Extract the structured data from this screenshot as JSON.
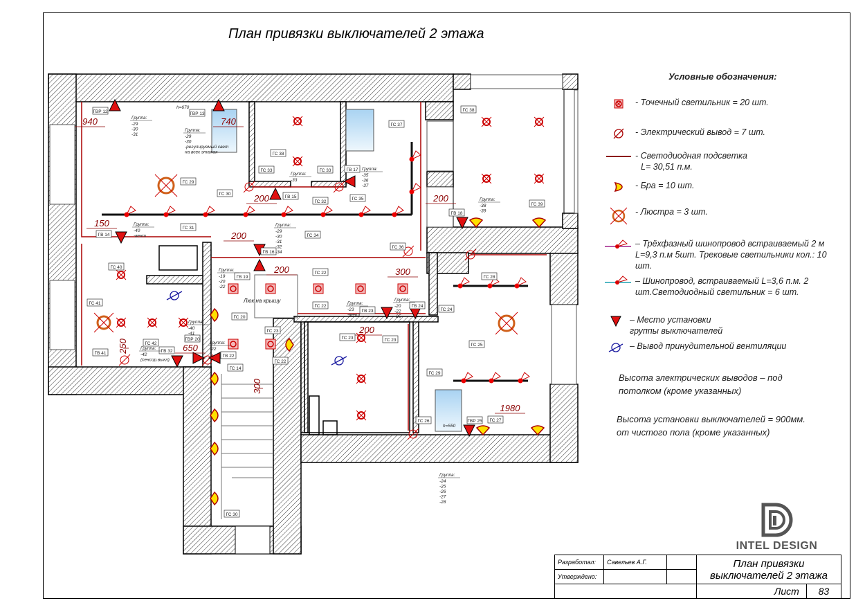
{
  "title": "План привязки выключателей 2 этажа",
  "legend": {
    "heading": "Условные обозначения:",
    "items": [
      {
        "icon": "spotlight-icon",
        "text": "- Точечный светильник  = 20 шт."
      },
      {
        "icon": "electrical-outlet-icon",
        "text": "- Электрический вывод = 7 шт."
      },
      {
        "icon": "led-strip-icon",
        "text": "- Светодиодная подсветка",
        "text2": "L= 30,51 п.м."
      },
      {
        "icon": "sconce-icon",
        "text": "- Бра = 10 шт."
      },
      {
        "icon": "chandelier-icon",
        "text": "- Люстра = 3 шт."
      },
      {
        "icon": "three-phase-track-icon",
        "text": "– Трёхфазный шинопровод встраиваемый 2 м  L=9,3 п.м 5шт. Трековые светильники кол.: 10 шт."
      },
      {
        "icon": "busbar-icon",
        "text": "– Шинопровод, встраиваемый L=3,6 п.м. 2 шт.Светодиодный светильник = 6 шт."
      },
      {
        "icon": "switch-group-icon",
        "text": "– Место установки",
        "text2": "группы выключателей"
      },
      {
        "icon": "ventilation-icon",
        "text": "– Вывод принудительной вентиляции"
      }
    ],
    "note1": [
      "Высота электрических выводов – под",
      "потолком (кроме указанных)"
    ],
    "note2": [
      "Высота установки выключателей   = 900мм.",
      "от чистого пола (кроме указанных)"
    ]
  },
  "plan": {
    "dimensions": [
      "940",
      "740",
      "200",
      "150",
      "200",
      "200",
      "300",
      "200",
      "250",
      "650",
      "300",
      "200",
      "1980"
    ],
    "tags": [
      "ГВР 12",
      "ГВР 13",
      "ГС 38",
      "ГС 33",
      "ГС 33",
      "ГВ 17",
      "ГС 29",
      "ГС 30",
      "ГВ 15",
      "ГС 32",
      "ГС 35",
      "ГС 37",
      "ГВ 14",
      "ГС 31",
      "ГС 34",
      "ГС 36",
      "ГВ 16",
      "ГС 40",
      "ГС 41",
      "ГВ 19",
      "ГС 22",
      "ГС 22",
      "ГВ 23",
      "ГВ 24",
      "ГС 20",
      "ГС 23",
      "ГС 23",
      "ГС 23",
      "ГС 42",
      "ГВ 32",
      "ГВР 20",
      "ГВ 41",
      "ГВ 22",
      "ГС 22",
      "ГС 14",
      "ГС 38",
      "ГВ 18",
      "ГС 39",
      "ГС 28",
      "ГС 24",
      "ГС 25",
      "ГС 29",
      "ГС 26",
      "ГВР 25",
      "ГС 27",
      "ГС 30"
    ],
    "group_label": "Группа:",
    "groups": [
      [
        "-29",
        "-30",
        "-31"
      ],
      [
        "-29",
        "-30",
        "-регулируемый свет",
        "на всех этажах"
      ],
      [
        "-33"
      ],
      [
        "-35",
        "-36",
        "-37"
      ],
      [
        "-40",
        "-вент"
      ],
      [
        "-29",
        "-30",
        "-31",
        "-32",
        "-34"
      ],
      [
        "-19",
        "-20",
        "-22"
      ],
      [
        "-23",
        "-вент"
      ],
      [
        "-20",
        "-22",
        "-25"
      ],
      [
        "-40",
        "-41"
      ],
      [
        "-42",
        "(сенсор.выкл)"
      ],
      [
        "-22"
      ],
      [
        "-38",
        "-39"
      ],
      [
        "-24",
        "-25",
        "-26",
        "-27",
        "-28"
      ]
    ],
    "notes": [
      "h=670",
      "h=550",
      "Люк на крышу"
    ]
  },
  "logo": {
    "name": "INTEL DESIGN"
  },
  "title_block": {
    "developed_label": "Разработал:",
    "developer": "Савельев А.Г.",
    "approved_label": "Утверждено:",
    "sheet_title_1": "План привязки",
    "sheet_title_2": "выключателей 2 этажа",
    "sheet_label": "Лист",
    "sheet_number": "83"
  },
  "colors": {
    "red": "#d7191c",
    "dark_red": "#8b0000",
    "yellow": "#ffe000",
    "blue": "#1a1aa0",
    "cyan": "#1ba0b0",
    "orange": "#d0601a"
  }
}
